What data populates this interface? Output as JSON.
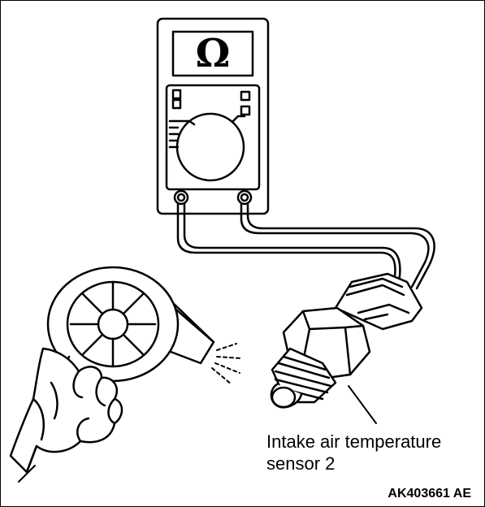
{
  "diagram": {
    "display_symbol": "Ω",
    "sensor_label_line1": "Intake air temperature",
    "sensor_label_line2": "sensor 2",
    "figure_code": "AK403661 AE"
  },
  "icons": [
    "multimeter-icon",
    "hair-dryer-icon",
    "hand-icon",
    "sensor-icon"
  ],
  "colors": {
    "line": "#000000",
    "background": "#ffffff"
  }
}
